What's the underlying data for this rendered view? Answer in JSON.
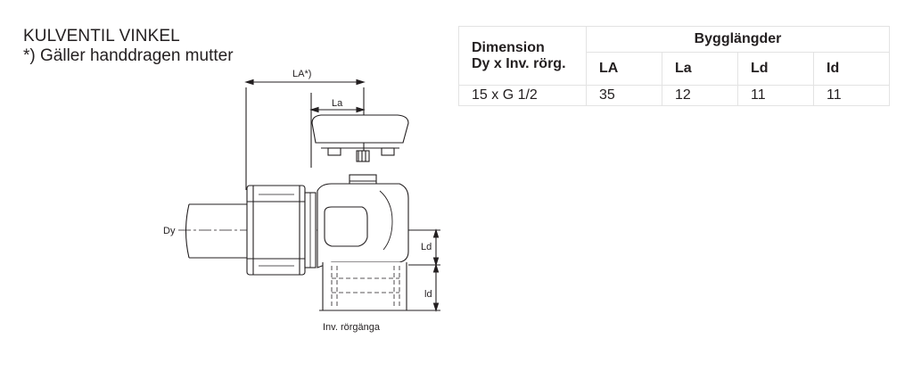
{
  "heading": {
    "title": "KULVENTIL VINKEL",
    "subtitle": "*) Gäller handdragen mutter"
  },
  "drawing": {
    "dim_LA": "LA*)",
    "dim_La": "La",
    "dim_Dy": "Dy",
    "dim_Ld": "Ld",
    "dim_ld": "ld",
    "caption": "Inv. rörgänga",
    "colors": {
      "line": "#231f20",
      "fill": "#ffffff"
    }
  },
  "table": {
    "dimension_header": [
      "Dimension",
      "Dy x Inv. rörg."
    ],
    "group_header": "Bygglängder",
    "columns": [
      "LA",
      "La",
      "Ld",
      "Id"
    ],
    "rows": [
      {
        "dimension": "15 x G 1/2",
        "values": [
          "35",
          "12",
          "11",
          "11"
        ]
      }
    ],
    "border_color": "#e3e3e3"
  }
}
